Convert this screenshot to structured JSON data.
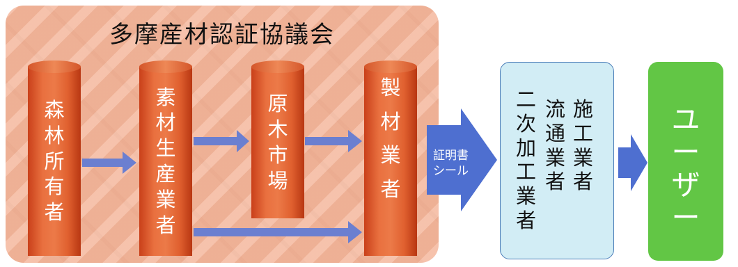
{
  "council": {
    "title": "多摩産材認証協議会"
  },
  "stages": {
    "forest_owner": [
      "森",
      "林",
      "所",
      "有",
      "者"
    ],
    "material_producer": [
      "素",
      "材",
      "生",
      "産",
      "業",
      "者"
    ],
    "log_market": [
      "原",
      "木",
      "市",
      "場"
    ],
    "sawmill": [
      "製",
      "材",
      "業",
      "者"
    ]
  },
  "seal_label": {
    "line1": "証明書",
    "line2": "シール"
  },
  "processors": {
    "construction": [
      "施",
      "工",
      "業",
      "者"
    ],
    "distribution": [
      "流",
      "通",
      "業",
      "者"
    ],
    "secondary": [
      "二",
      "次",
      "加",
      "工",
      "業",
      "者"
    ]
  },
  "user": {
    "chars": [
      "ユ",
      "ー",
      "ザ",
      "ー"
    ]
  },
  "colors": {
    "council_bg": "#f4b79c",
    "cylinder": "#e06a3a",
    "arrow": "#6b7fd0",
    "seal_arrow": "#4e6fd0",
    "processor_bg": "#d2edf5",
    "user_bg": "#62c645"
  }
}
